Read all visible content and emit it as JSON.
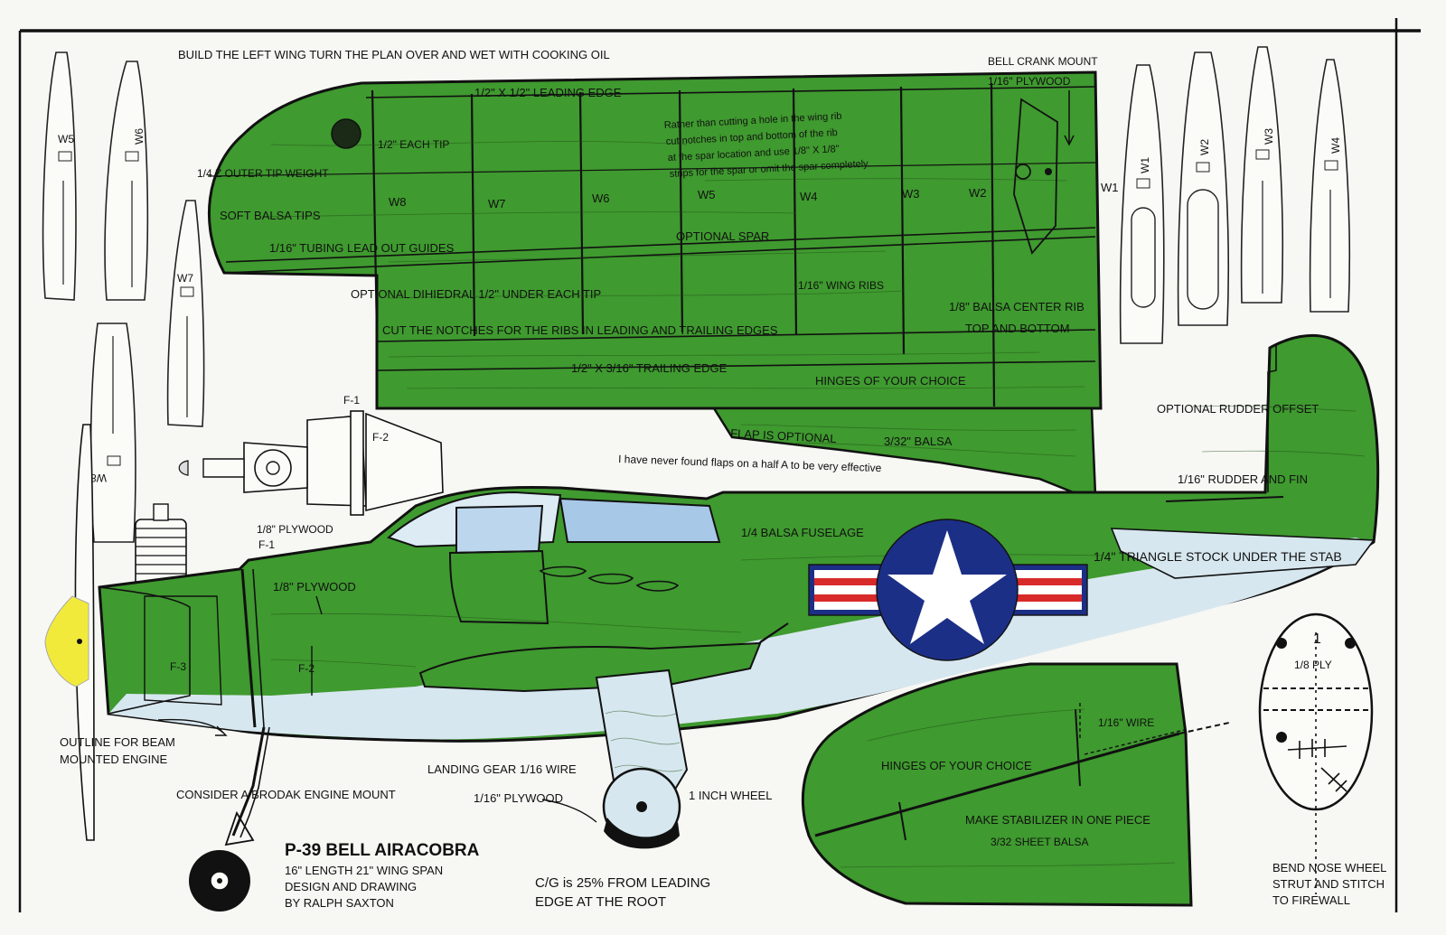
{
  "palette": {
    "balsa_green": "#3f9a2f",
    "outline": "#111111",
    "belly_light_blue": "#d7e7ef",
    "canopy_blue": "#a8c8e8",
    "roundel_blue": "#1c2f86",
    "roundel_red": "#d92a2a",
    "spinner_yellow": "#f2ea3b",
    "paper": "#f7f7f4"
  },
  "icons": [
    "star-insignia-icon",
    "engine-icon",
    "wheel-icon",
    "arrow-icon"
  ],
  "wing": {
    "instruction": "BUILD THE LEFT WING TURN THE PLAN OVER AND WET WITH COOKING  OIL",
    "leading_edge": "1/2\" X 1/2\" LEADING EDGE",
    "each_tip": "1/2\" EACH TIP",
    "tip_weight": "1/4 Z OUTER TIP WEIGHT",
    "soft_tips": "SOFT BALSA TIPS",
    "tubing": "1/16\" TUBING LEAD OUT GUIDES",
    "dihedral": "OPTIONAL DIHIEDRAL 1/2\" UNDER EACH TIP",
    "notches": "CUT THE NOTCHES FOR THE RIBS IN LEADING AND TRAILING EDGES",
    "trailing_edge": "1/2\" X 3/16\" TRAILING EDGE",
    "hinges": "HINGES OF YOUR CHOICE",
    "optional_spar": "OPTIONAL SPAR",
    "wing_ribs": "1/16\" WING RIBS",
    "center_rib_1": "1/8\" BALSA CENTER RIB",
    "center_rib_2": "TOP AND BOTTOM",
    "bell_crank": "BELL CRANK MOUNT",
    "bell_plywood": "1/16\" PLYWOOD",
    "note_lines": [
      "Rather than cutting a hole in the wing rib",
      "cut notches in top and bottom of the rib",
      "at the spar location and use 1/8\" X  1/8\"",
      "strips for the spar or omit the spar completely."
    ],
    "rib_labels": [
      "W8",
      "W7",
      "W6",
      "W5",
      "W4",
      "W3",
      "W2",
      "W1"
    ]
  },
  "flap": {
    "label": "FLAP IS OPTIONAL",
    "material": "3/32\" BALSA",
    "note": "I have never found flaps on a half A to be very effective"
  },
  "ribs": [
    "W5",
    "W6",
    "W7",
    "W8",
    "W1",
    "W2",
    "W3",
    "W4"
  ],
  "firewall": {
    "f1": "F-1",
    "f2": "F-2",
    "f1b": "F-1",
    "plywood": "1/8\" PLYWOOD"
  },
  "fuselage": {
    "plywood": "1/8\" PLYWOOD",
    "f2": "F-2",
    "f3": "F-3",
    "balsa": "1/4 BALSA FUSELAGE",
    "triangle": "1/4\" TRIANGLE STOCK UNDER THE STAB",
    "rudder_offset": "OPTIONAL RUDDER OFFSET",
    "rudder_fin": "1/16\" RUDDER AND FIN",
    "outline_1": "OUTLINE FOR BEAM",
    "outline_2": "MOUNTED ENGINE",
    "brodak": "CONSIDER A BRODAK ENGINE MOUNT",
    "gear": "LANDING GEAR 1/16 WIRE",
    "gear_plywood": "1/16\" PLYWOOD",
    "wheel": "1 INCH WHEEL"
  },
  "stab": {
    "wire": "1/16\" WIRE",
    "hinges": "HINGES OF YOUR CHOICE",
    "make": "MAKE STABILIZER IN ONE PIECE",
    "sheet": "3/32 SHEET BALSA"
  },
  "nose_plate": {
    "number": "1",
    "ply": "1/8 PLY",
    "bend_1": "BEND NOSE WHEEL",
    "bend_2": "STRUT AND STITCH",
    "bend_3": "TO FIREWALL"
  },
  "title_block": {
    "title": "P-39 BELL AIRACOBRA",
    "line1": "16\" LENGTH 21\" WING SPAN",
    "line2": "DESIGN AND DRAWING",
    "line3": "BY RALPH SAXTON",
    "cg_1": "C/G is 25% FROM LEADING",
    "cg_2": "EDGE AT THE ROOT"
  }
}
